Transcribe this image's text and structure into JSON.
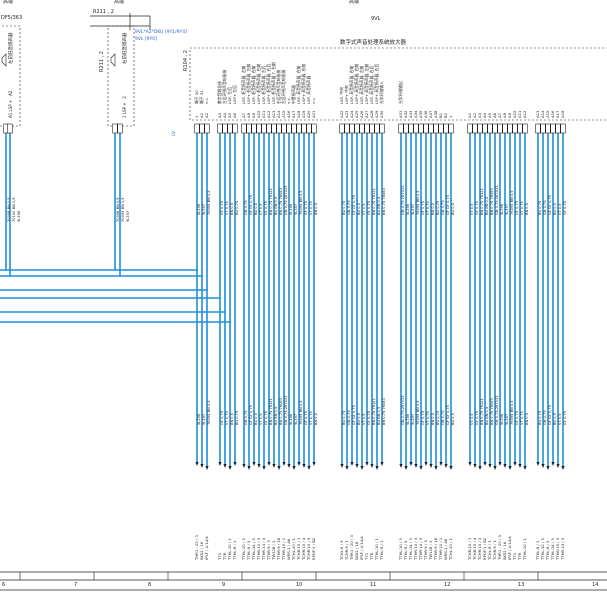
{
  "header": {
    "left_top": "高端",
    "mid_top": "高端",
    "right_top": "高端",
    "ref_left": "DF5/363",
    "ref_r211": "R211 , 2",
    "vl_label": "9VL",
    "vl_sub1": "9VL*A2*DKU [9Y1/9Y4]",
    "vl_sub2": "9VL [9Y0]",
    "r104": "R104 , 2",
    "r211b": "R211 , 2",
    "amp_title": "数字式声音处理系统放大器",
    "lv": "LV"
  },
  "speakers": [
    {
      "id": "spk-left",
      "label": "左前低音扬声器",
      "pins": [
        "A1",
        "A2"
      ],
      "wire_a": "70098 BN 0,5",
      "wire_b": "70100 BN 1,5",
      "net": "9L396"
    },
    {
      "id": "spk-mid",
      "label": "右前低音扬声器",
      "pins": [
        "1",
        "2"
      ],
      "wire_a": "70098 BN 0,5",
      "wire_b": "70099 BN 1,5",
      "net": "9L397"
    }
  ],
  "pins": [
    "1",
    "A1",
    "A2",
    "A3",
    "A4",
    "A5",
    "A6",
    "A7",
    "A8",
    "A9",
    "A10",
    "A11",
    "A12",
    "A13",
    "A14",
    "A15",
    "A16",
    "A17",
    "A18",
    "A19",
    "A20",
    "A21",
    "A22",
    "A23",
    "A24",
    "A25",
    "A26",
    "A27",
    "A28",
    "A29",
    "A30",
    "A31",
    "A32",
    "A33",
    "A34",
    "A35",
    "A36",
    "A37",
    "A38",
    "B1",
    "B2"
  ],
  "pin_labels": [
    "端子 30",
    "端子 31",
    "n.c.",
    "数字音频总线",
    "左后环绕声音响系统",
    "LSP- 左后",
    "LSP+ 左后",
    "LSP- 低音扬声器, 左前",
    "LSP+ 低音扬声器, 左前",
    "LSP- 低音扬声器, 右前",
    "LSP+ 低音扬声器, 右前",
    "LSP- 低音扬声器, 左后",
    "LSP+ 低音扬声器, 右后",
    "LSP- 低音扬声器 T, 右前",
    "右后环绕声音响系统",
    "左后环绕声音响系统",
    "n.c.",
    "中置扬声器",
    "LSP- 高音扬声器, 右前",
    "LSP+ 高音扬声器, 右前",
    "LSP- 高音扬声器",
    "n.c.",
    "LSP- 中央",
    "LSP+ 中央",
    "LSP- 高音扬声器, 右前",
    "LSP+ 高音扬声器, 右前",
    "LSP- 高音扬声器, 左前",
    "LSP+ 高音扬声器, 左前",
    "LSP- 高音扬声器, 右后",
    "LSP+ 高音扬声器, 右后",
    "光学纤维输入",
    "光学纤维输出"
  ],
  "wire_specs": [
    "9L396",
    "9L397",
    "76095 BN 0,5",
    "GF 0,75",
    "VT 0,75",
    "BN 0,5",
    "BU 0,75",
    "GN 0,75",
    "GF GY 0,75",
    "BU 0,5",
    "VT 0,5",
    "GY 0,75",
    "BN 0,75 76121",
    "BU BN 0,5",
    "BN 0,75 76083",
    "GN 0,75 267033"
  ],
  "bottom_refs": [
    "THR1 : 20 / 3",
    "SKS2 / 16",
    "IFSF / 4:14/4",
    "T71",
    "T7R",
    "TTHL:10 / 1",
    "TTHL:9 / 1",
    "TTHL:10 / 3",
    "TTHL:9 / 3",
    "TTHL:14 / 3",
    "TTHR:10 / 3",
    "TTHR:14 / 3",
    "TTHR:9 / 3",
    "TW128 / 1",
    "TTHR:9 / 16",
    "TTHR:10 / 1",
    "WRS:1 / A6",
    "TCHL:10 / 1",
    "TCHR:10 / 1",
    "TCHR:10 / 4",
    "TCHR:10 / 3",
    "RPOF:1 / B2",
    "TCHL:9 / 3",
    "TCHR:9 / 1"
  ],
  "grid_numbers": [
    "6",
    "7",
    "8",
    "9",
    "10",
    "11",
    "12",
    "13",
    "14"
  ],
  "colors": {
    "wire": "#1e90d8",
    "ink": "#222222",
    "text": "#222222"
  }
}
